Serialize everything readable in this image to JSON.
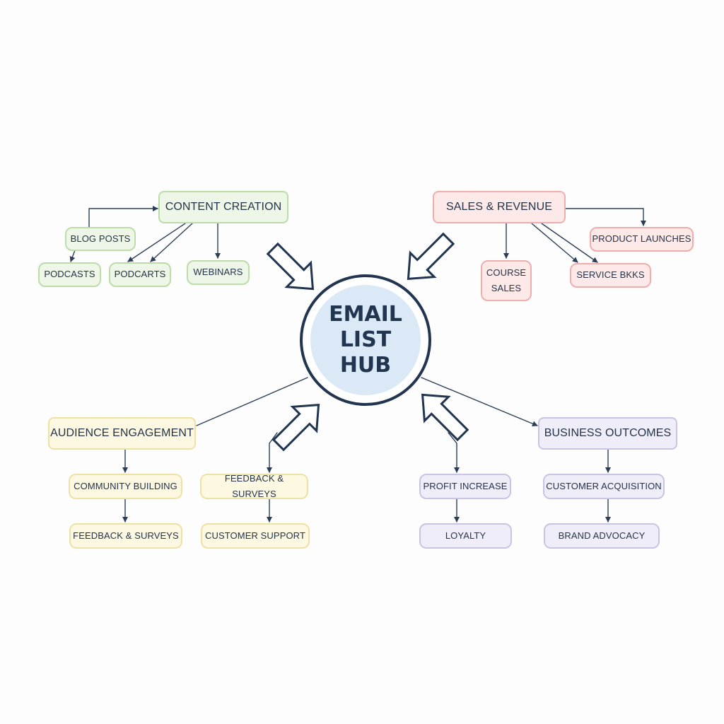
{
  "hub": {
    "title": "EMAIL LIST HUB"
  },
  "clusters": {
    "content": {
      "title": "CONTENT CREATION",
      "items": [
        "BLOG POSTS",
        "PODCASTS",
        "PODCARTS",
        "WEBINARS"
      ]
    },
    "sales": {
      "title": "SALES & REVENUE",
      "items": [
        "PRODUCT LAUNCHES",
        "COURSE SALES",
        "SERVICE BKKS"
      ]
    },
    "audience": {
      "title": "AUDIENCE ENGAGEMENT",
      "items": [
        "COMMUNITY BUILDING",
        "FEEDBACK & SURVEYS",
        "FEEDBACK & SURVEYS",
        "CUSTOMER SUPPORT"
      ]
    },
    "business": {
      "title": "BUSINESS OUTCOMES",
      "items": [
        "PROFIT INCREASE",
        "LOYALTY",
        "CUSTOMER ACQUISITION",
        "BRAND ADVOCACY"
      ]
    }
  },
  "colors": {
    "ink": "#223550",
    "content": "#bcdcaa",
    "sales": "#efaeac",
    "audience": "#efe1a4",
    "business": "#c9c4e3",
    "hub_fill": "#dbe9f6"
  }
}
